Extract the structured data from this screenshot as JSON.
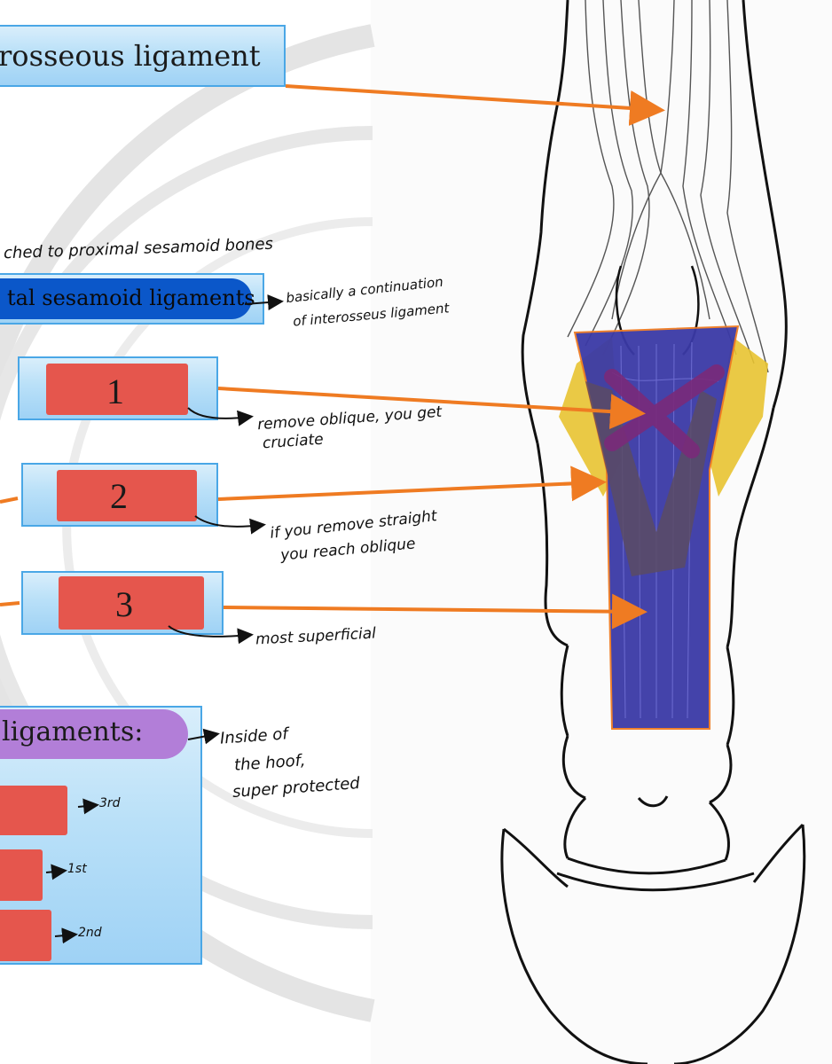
{
  "labels": {
    "interosseous": "rosseous ligament",
    "attached_note": "ched to proximal sesamoid bones",
    "distal_sesamoid": "tal sesamoid ligaments",
    "continuation_line1": "basically a continuation",
    "continuation_line2": "of interosseus ligament",
    "impar": "ligaments:"
  },
  "numbered_boxes": [
    {
      "number": "1",
      "note_line1": "remove oblique, you get",
      "note_line2": "cruciate"
    },
    {
      "number": "2",
      "note_line1": "if you remove straight",
      "note_line2": "you reach oblique"
    },
    {
      "number": "3",
      "note_line1": "most superficial",
      "note_line2": ""
    }
  ],
  "impar_note": {
    "line1": "Inside of",
    "line2": "the hoof,",
    "line3": "super protected"
  },
  "order_marks": [
    "3rd",
    "1st",
    "2nd"
  ],
  "colors": {
    "box_border": "#4aa7e6",
    "dark_blue_pill": "#0b57c9",
    "purple_pill": "#b27ed8",
    "red_pad": "#e5564d",
    "arrow": "#ef7b22",
    "ligament_blue": "#3b3aa6",
    "ligament_yellow": "#e8c331",
    "cruciate_purple": "#7a2a7a",
    "oblique_gray": "#5b4b64"
  }
}
